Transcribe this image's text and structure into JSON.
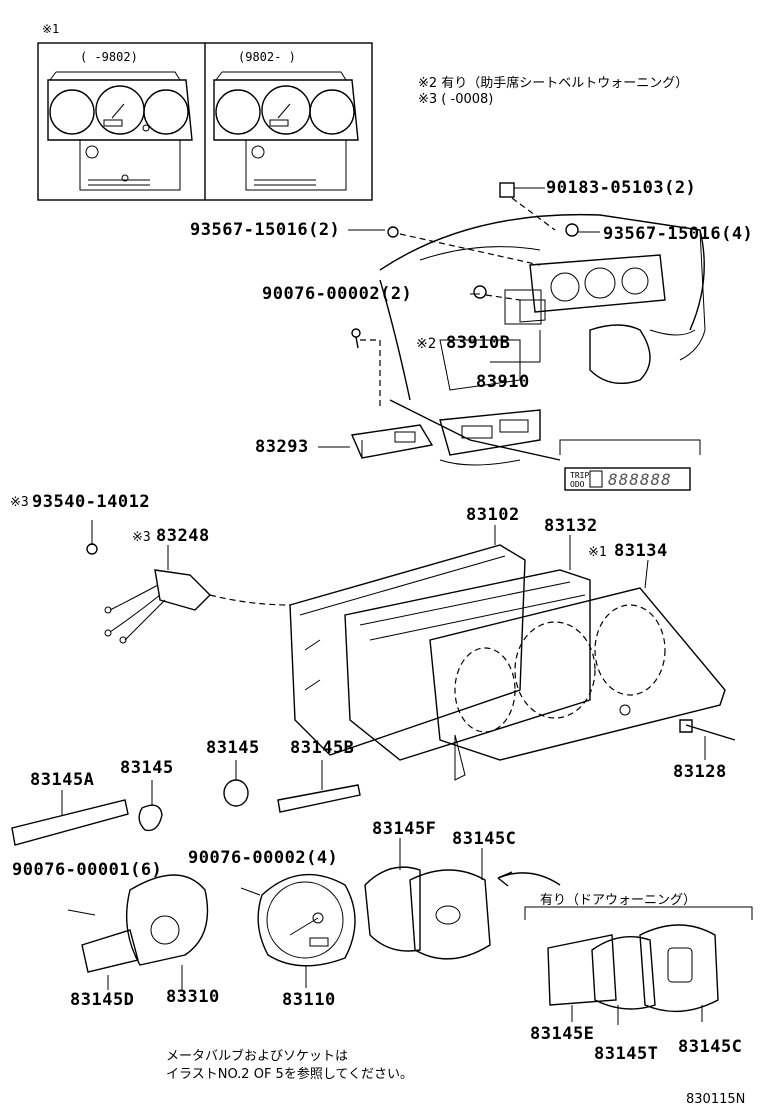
{
  "inset": {
    "mark": "※1",
    "left_caption": "(    -9802)",
    "right_caption": "(9802-    )"
  },
  "notes_top": {
    "note2": "※2 有り（助手席シートベルトウォーニング）",
    "note3": "※3 (      -0008)"
  },
  "labels": {
    "p90183": "90183-05103(2)",
    "p93567a": "93567-15016(2)",
    "p93567b": "93567-15016(4)",
    "p90076a": "90076-00002(2)",
    "p83910b_mark": "※2",
    "p83910b": "83910B",
    "p83910": "83910",
    "p83293": "83293",
    "p93540_mark": "※3",
    "p93540": "93540-14012",
    "p83248_mark": "※3",
    "p83248": "83248",
    "p83102": "83102",
    "p83132": "83132",
    "p83134_mark": "※1",
    "p83134": "83134",
    "p83145a": "83145A",
    "p83145_1": "83145",
    "p83145_2": "83145",
    "p83145b": "83145B",
    "p83128": "83128",
    "p83145f": "83145F",
    "p83145c_1": "83145C",
    "p90076b": "90076-00001(6)",
    "p90076c": "90076-00002(4)",
    "p83145d": "83145D",
    "p83310": "83310",
    "p83110": "83110",
    "door_note": "有り（ドアウォーニング）",
    "p83145e": "83145E",
    "p83145t": "83145T",
    "p83145c_2": "83145C"
  },
  "display": {
    "trip": "TRIP",
    "odo": "ODO",
    "digits": "888888"
  },
  "footer": {
    "line1": "メータバルブおよびソケットは",
    "line2": "イラストNO.2 OF 5を参照してください。",
    "code": "830115N"
  }
}
